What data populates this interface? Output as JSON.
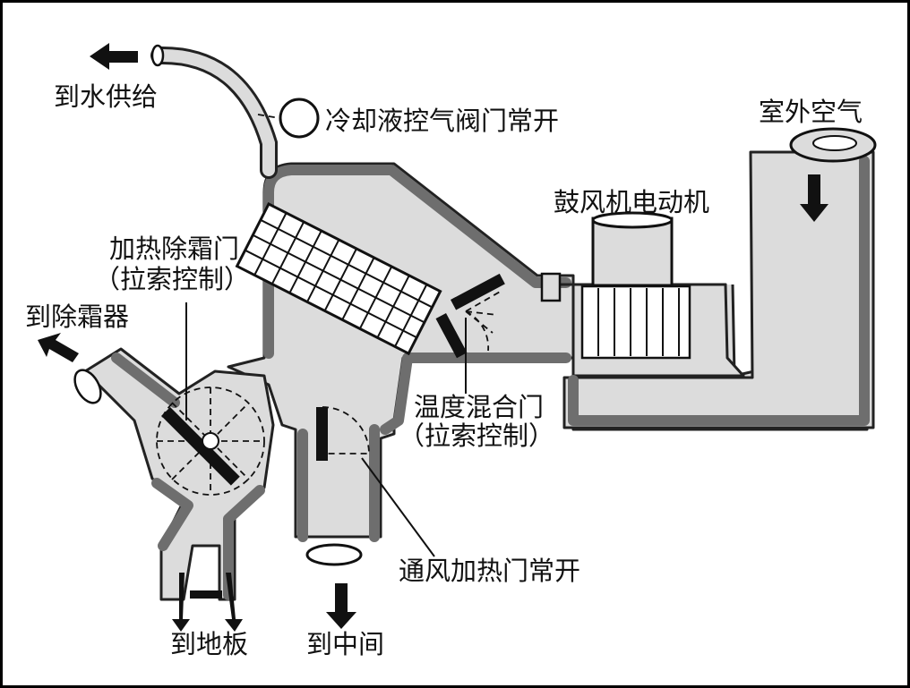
{
  "labels": {
    "to_water_supply": "到水供给",
    "coolant_valve": "冷却液控气阀门常开",
    "outside_air": "室外空气",
    "blower_motor": "鼓风机电动机",
    "heat_defrost_door_l1": "加热除霜门",
    "heat_defrost_door_l2": "（拉索控制）",
    "to_defroster": "到除霜器",
    "temp_blend_door_l1": "温度混合门",
    "temp_blend_door_l2": "（拉索控制）",
    "vent_heat_door": "通风加热门常开",
    "to_floor": "到地板",
    "to_middle": "到中间"
  },
  "colors": {
    "duct_fill": "#dcdcdc",
    "wall": "#6e6e6e",
    "ink": "#111111"
  }
}
